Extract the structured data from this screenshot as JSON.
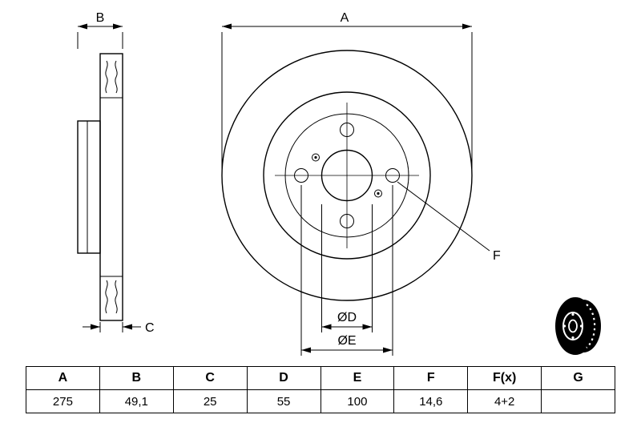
{
  "drawing": {
    "front_view": {
      "dim_a_label": "A",
      "dim_d_label": "ØD",
      "dim_e_label": "ØE",
      "hole_callout_label": "F"
    },
    "side_view": {
      "dim_b_label": "B",
      "dim_c_label": "C"
    }
  },
  "table": {
    "headers": [
      "A",
      "B",
      "C",
      "D",
      "E",
      "F",
      "F(x)",
      "G"
    ],
    "values": [
      "275",
      "49,1",
      "25",
      "55",
      "100",
      "14,6",
      "4+2",
      ""
    ]
  },
  "colors": {
    "line": "#000000",
    "background": "#ffffff"
  }
}
